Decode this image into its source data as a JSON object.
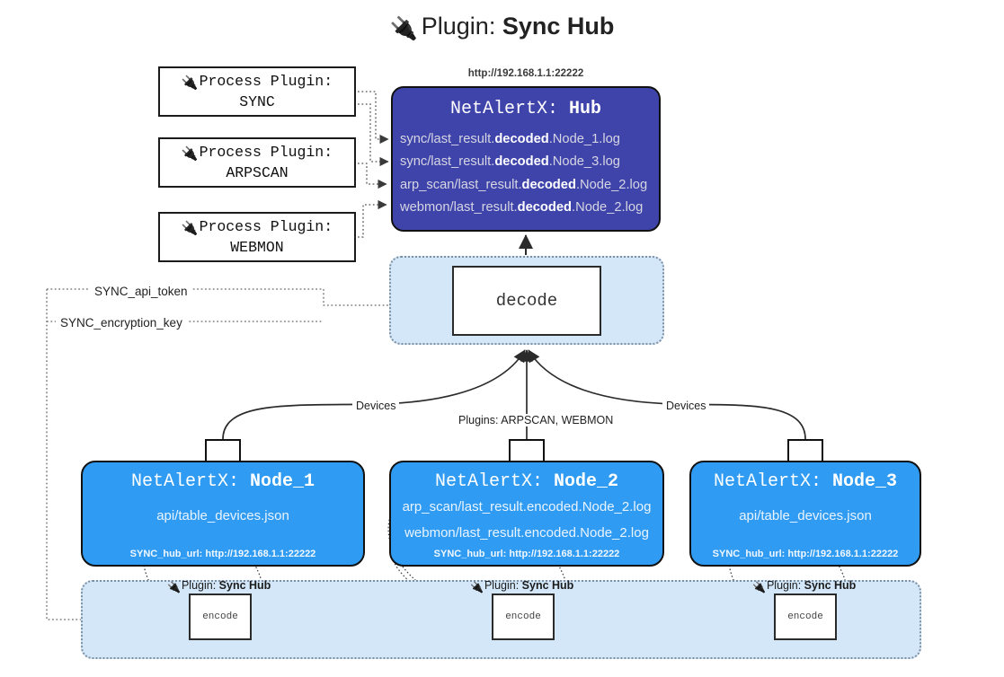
{
  "title": {
    "icon": "plug-icon",
    "prefix": "Plugin: ",
    "name": "Sync Hub"
  },
  "process_plugins": [
    {
      "icon": "plug-icon",
      "line1": "Process Plugin:",
      "line2": "SYNC"
    },
    {
      "icon": "plug-icon",
      "line1": "Process Plugin:",
      "line2": "ARPSCAN"
    },
    {
      "icon": "plug-icon",
      "line1": "Process Plugin:",
      "line2": "WEBMON"
    }
  ],
  "hub": {
    "url": "http://192.168.1.1:22222",
    "title_prefix": "NetAlertX: ",
    "title_name": "Hub",
    "fill": "#3f44ab",
    "lines": [
      {
        "pre": "sync/last_result.",
        "bold": "decoded",
        "post": ".Node_1.log"
      },
      {
        "pre": "sync/last_result.",
        "bold": "decoded",
        "post": ".Node_3.log"
      },
      {
        "pre": "arp_scan/last_result.",
        "bold": "decoded",
        "post": ".Node_2.log"
      },
      {
        "pre": "webmon/last_result.",
        "bold": "decoded",
        "post": ".Node_2.log"
      }
    ]
  },
  "decode": {
    "label": "decode",
    "band_fill": "#d3e7f9"
  },
  "tokens": [
    {
      "label": "SYNC_api_token"
    },
    {
      "label": "SYNC_encryption_key"
    }
  ],
  "edge_labels": {
    "devices_left": "Devices",
    "devices_right": "Devices",
    "plugins_mid": "Plugins: ARPSCAN, WEBMON"
  },
  "nodes": [
    {
      "title_prefix": "NetAlertX: ",
      "title_name": "Node_1",
      "fill": "#2f9bf2",
      "lines": [
        {
          "pre": "api/table_devices.json",
          "bold": "",
          "post": ""
        }
      ],
      "footer": "SYNC_hub_url: http://192.168.1.1:22222",
      "envelope": "envelope-icon"
    },
    {
      "title_prefix": "NetAlertX: ",
      "title_name": "Node_2",
      "fill": "#2f9bf2",
      "lines": [
        {
          "pre": "arp_scan/last_result.encoded.Node_2.log",
          "bold": "",
          "post": ""
        },
        {
          "pre": "webmon/last_result.encoded.Node_2.log",
          "bold": "",
          "post": ""
        }
      ],
      "footer": "SYNC_hub_url: http://192.168.1.1:22222",
      "envelope": "envelope-icon"
    },
    {
      "title_prefix": "NetAlertX: ",
      "title_name": "Node_3",
      "fill": "#2f9bf2",
      "lines": [
        {
          "pre": "api/table_devices.json",
          "bold": "",
          "post": ""
        }
      ],
      "footer": "SYNC_hub_url: http://192.168.1.1:22222",
      "envelope": "envelope-icon"
    }
  ],
  "encoders": [
    {
      "plugin_prefix": "Plugin: ",
      "plugin_name": "Sync Hub",
      "label": "encode",
      "icon": "plug-icon"
    },
    {
      "plugin_prefix": "Plugin: ",
      "plugin_name": "Sync Hub",
      "label": "encode",
      "icon": "plug-icon"
    },
    {
      "plugin_prefix": "Plugin: ",
      "plugin_name": "Sync Hub",
      "label": "encode",
      "icon": "plug-icon"
    }
  ]
}
